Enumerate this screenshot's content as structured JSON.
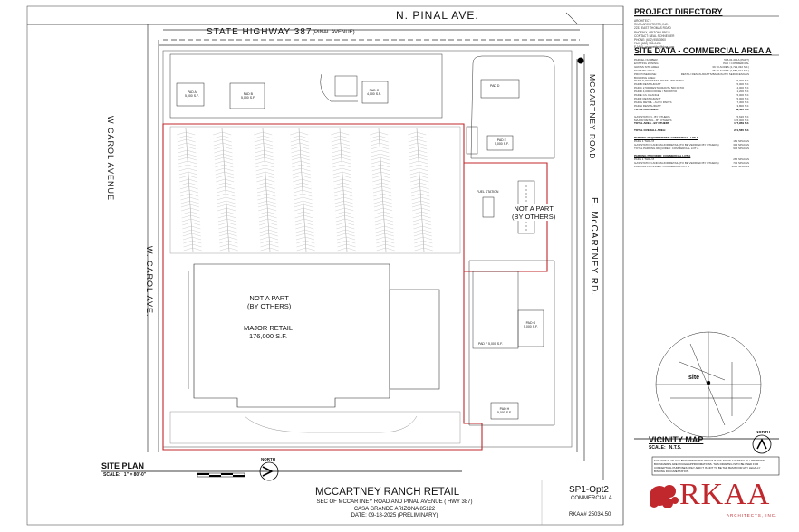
{
  "roads": {
    "north_top": "N. PINAL AVE.",
    "state_highway": "STATE HIGHWAY 387",
    "pinal_avenue_note": "(PINAL AVENUE)",
    "west_upper": "W CAROL AVENUE",
    "west_lower": "W. CAROL AVE.",
    "east_upper": "MCCARTNEY ROAD",
    "east_lower": "E. McCARTNEY RD."
  },
  "pads": {
    "pad_a": "PAD A",
    "pad_a_sf": "5,000 S.F.",
    "pad_b": "PAD B",
    "pad_b_sf": "5,000 S.F.",
    "pad_c": "PAD C",
    "pad_c_sf": "4,000 S.F.",
    "pad_d": "PAD D",
    "pad_e": "PAD E",
    "pad_e_sf": "5,000 S.F.",
    "pad_f": "PAD F",
    "pad_f_sf": "5,000 S.F.",
    "pad_g": "PAD G",
    "pad_g_sf": "5,000 S.F.",
    "pad_h": "PAD H",
    "pad_h_sf": "5,000 S.F.",
    "fuel_station": "FUEL STATION"
  },
  "parcels": {
    "not_a_part_east_1": "NOT A PART",
    "not_a_part_east_2": "(BY OTHERS)",
    "major_np_1": "NOT A PART",
    "major_np_2": "(BY OTHERS)",
    "major_retail": "MAJOR RETAIL",
    "major_retail_sf": "176,000 S.F."
  },
  "project_directory": {
    "header": "PROJECT DIRECTORY",
    "lines": [
      "ARCHITECT:",
      "RKAA ARCHITECTS, INC.",
      "2233 EAST THOMAS ROAD",
      "PHOENIX, ARIZONA 85016",
      "CONTACT: NEAL SCHNEIDER",
      "PHONE: (602) 955-3900",
      "FAX: (602) 955-0496",
      "E-MAIL: nschneider@rkaa.com"
    ]
  },
  "site_data": {
    "header": "SITE DATA - COMMERCIAL AREA A",
    "rows": [
      [
        "PARCEL NUMBER:",
        "505-01-001A (PART)"
      ],
      [
        "EXISTING ZONING:",
        "PAD / COMMERCIAL"
      ],
      [
        "GROSS SITE AREA:",
        "39.70 ACRES (1,729,332 S.F.)"
      ],
      [
        "NET SITE AREA:",
        "35.79 ACRES (1,559,012 S.F.)"
      ],
      [
        "",
        ""
      ],
      [
        "PROPOSED USE:",
        "RETAIL/ RESTAURANTS/BANK/AUTO SERVICES/GAS"
      ],
      [
        "BUILDING AREA:",
        ""
      ],
      [
        "PAD A  5,000 RESTAURANT+ 800 PATIO",
        "5,000 S.F."
      ],
      [
        "PAD B  RESTAURANT",
        "5,000 S.F."
      ],
      [
        "PAD C  2,500 RESTAURANT+ 500 PATIO",
        "4,000 S.F."
      ],
      [
        "PAD D  4,000 COFFEE / 500 PATIO",
        "1,200 S.F."
      ],
      [
        "PAD E  C/L CHANGE",
        "5,000 S.F."
      ],
      [
        "PAD F  RESTAURANT",
        "5,000 S.F."
      ],
      [
        "PAD G  RETAIL - AUTO PARTS",
        "7,300 S.F."
      ],
      [
        "PAD H  RESTAURANT",
        "3,800 S.F."
      ]
    ],
    "total_pad": [
      "TOTAL PAD AREA:",
      "39,465 S.F."
    ],
    "rows2": [
      [
        "GAS STATION - BY OTHERS",
        "5,626 S.F."
      ],
      [
        "MAJOR RETAIL - BY OTHERS",
        "176,000 S.F."
      ]
    ],
    "total_others": [
      "TOTAL AREA - BY OTHERS",
      "177,959 S.F."
    ],
    "total_overall": [
      "TOTAL OVERALL AREA:",
      "221,565 S.F."
    ],
    "parking_req_header": "PARKING REQUIREMENTS: COMMERCIAL LOT A",
    "parking_req_rows": [
      [
        "PADS 1 THRU 8",
        "161 SPACES"
      ],
      [
        "GAS STATION AND MAJOR RETAIL (TO BE VERIFIED BY OTHERS)",
        "304 SPACES"
      ],
      [
        "TOTAL PARKING REQUIRED: COMMERCIAL LOT A",
        "945 SPACES"
      ]
    ],
    "parking_prov_header": "PARKING PROVIDED: COMMERCIAL LOT A",
    "parking_prov_rows": [
      [
        "PADS 1 THRU 8",
        "266 SPACES"
      ],
      [
        "GAS STATION AND MAJOR RETAIL (TO BE VERIFIED BY OTHERS)",
        "742 SPACES"
      ],
      [
        "PARKING PROVIDED: COMMERCIAL LOT A",
        "1008 SPACES"
      ]
    ]
  },
  "vicinity": {
    "header": "VICINITY MAP",
    "scale_label": "SCALE:",
    "scale_value": "N.T.S.",
    "north": "NORTH",
    "site_label": "site"
  },
  "disclaimer": [
    "THIS SITE PLAN HAS BEEN PREPARED WITHOUT THE AID OF A SURVEY. ALL PROPERTY",
    "BOUNDARIES ARE ROUGH APPROXIMATIONS. THIS DRAWING IS TO BE USED FOR",
    "CONCEPTUAL PURPOSES ONLY AND IT IS NOT TO BE THE BASIS FOR ANY LEGALLY",
    "BINDING DOCUMENTATION."
  ],
  "site_plan": {
    "label": "SITE PLAN",
    "scale_label": "SCALE:",
    "scale_value": "1\" = 80'-0\"",
    "north": "NORTH"
  },
  "title_block": {
    "project": "MCCARTNEY RANCH RETAIL",
    "line1": "SEC OF MCCARTNEY ROAD AND PINAL AVENUE ( HWY 387)",
    "line2": "CASA GRANDE ARIZONA 85122",
    "line3": "DATE: 09-18-2025 (PRELIMINARY)",
    "sheet": "SP1-Opt2",
    "sheet_sub": "COMMERCIAL A",
    "job": "RKAA# 25034.50"
  },
  "logo": {
    "text": "RKAA",
    "sub": "ARCHITECTS, INC."
  },
  "colors": {
    "boundary": "#c0282d",
    "logo": "#c0282d",
    "linework": "#444444"
  }
}
